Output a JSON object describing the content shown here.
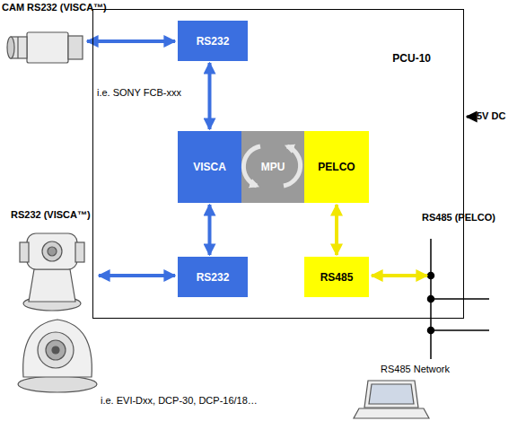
{
  "diagram": {
    "nodes": [
      {
        "text": [
          "PCU-10"
        ]
      },
      {
        "text": [
          "RS232"
        ],
        "in": 0
      },
      {
        "text": [
          "VISCA"
        ],
        "in": 0
      },
      {
        "text": [
          "MPU"
        ],
        "in": 0
      },
      {
        "text": [
          "PELCO"
        ],
        "in": 0
      },
      {
        "text": [
          "RS232"
        ],
        "in": 0
      },
      {
        "text": [
          "RS485"
        ],
        "in": 0
      }
    ],
    "edges": [
      {
        "from": 1,
        "to": 2,
        "arrow": "both"
      },
      {
        "from": 2,
        "to": 5,
        "arrow": "both"
      },
      {
        "from": 4,
        "to": 6,
        "arrow": "both"
      }
    ],
    "labels": [
      "CAM RS232 (VISCA™)",
      "i.e. SONY FCB-xxx",
      "5V DC",
      "RS232 (VISCA™)",
      "RS485 (PELCO)",
      "i.e. EVI-Dxx, DCP-30, DCP-16/18…",
      "RS485 Network"
    ]
  }
}
